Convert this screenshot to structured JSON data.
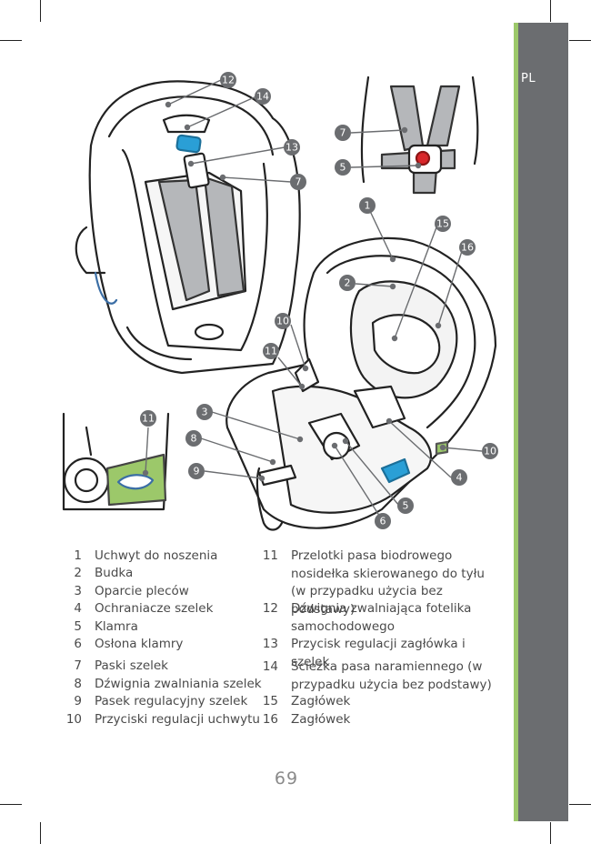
{
  "language_tab": "PL",
  "page_number": "69",
  "callouts": [
    "12",
    "14",
    "13",
    "7",
    "7",
    "5",
    "1",
    "15",
    "16",
    "2",
    "10",
    "11",
    "3",
    "8",
    "9",
    "11",
    "10",
    "4",
    "5",
    "6"
  ],
  "legend_left": [
    {
      "num": "1",
      "text": "Uchwyt do noszenia"
    },
    {
      "num": "2",
      "text": "Budka"
    },
    {
      "num": "3",
      "text": "Oparcie pleców"
    },
    {
      "num": "4",
      "text": "Ochraniacze szelek"
    },
    {
      "num": "5",
      "text": "Klamra"
    },
    {
      "num": "6",
      "text": "Osłona klamry"
    },
    {
      "num": "7",
      "text": "Paski szelek"
    },
    {
      "num": "8",
      "text": "Dźwignia zwalniania szelek"
    },
    {
      "num": "9",
      "text": "Pasek regulacyjny szelek"
    },
    {
      "num": "10",
      "text": "Przyciski regulacji uchwytu"
    }
  ],
  "legend_right": [
    {
      "num": "11",
      "text": "Przelotki pasa biodrowego nosidełka skierowanego do tyłu (w przypadku użycia bez podstawy)"
    },
    {
      "num": "12",
      "text": "Dźwignia zwalniająca fotelika samochodowego"
    },
    {
      "num": "13",
      "text": "Przycisk regulacji zagłówka i szelek"
    },
    {
      "num": "14",
      "text": "Ścieżka pasa naramiennego (w przypadku użycia bez podstawy)"
    },
    {
      "num": "15",
      "text": "Zagłówek"
    },
    {
      "num": "16",
      "text": "Zagłówek"
    }
  ],
  "colors": {
    "sidebar": "#6b6d70",
    "accent_green": "#9cc86a",
    "callout": "#6b6d70",
    "highlight_blue": "#2a9fd6",
    "buckle_red": "#d9262a"
  }
}
